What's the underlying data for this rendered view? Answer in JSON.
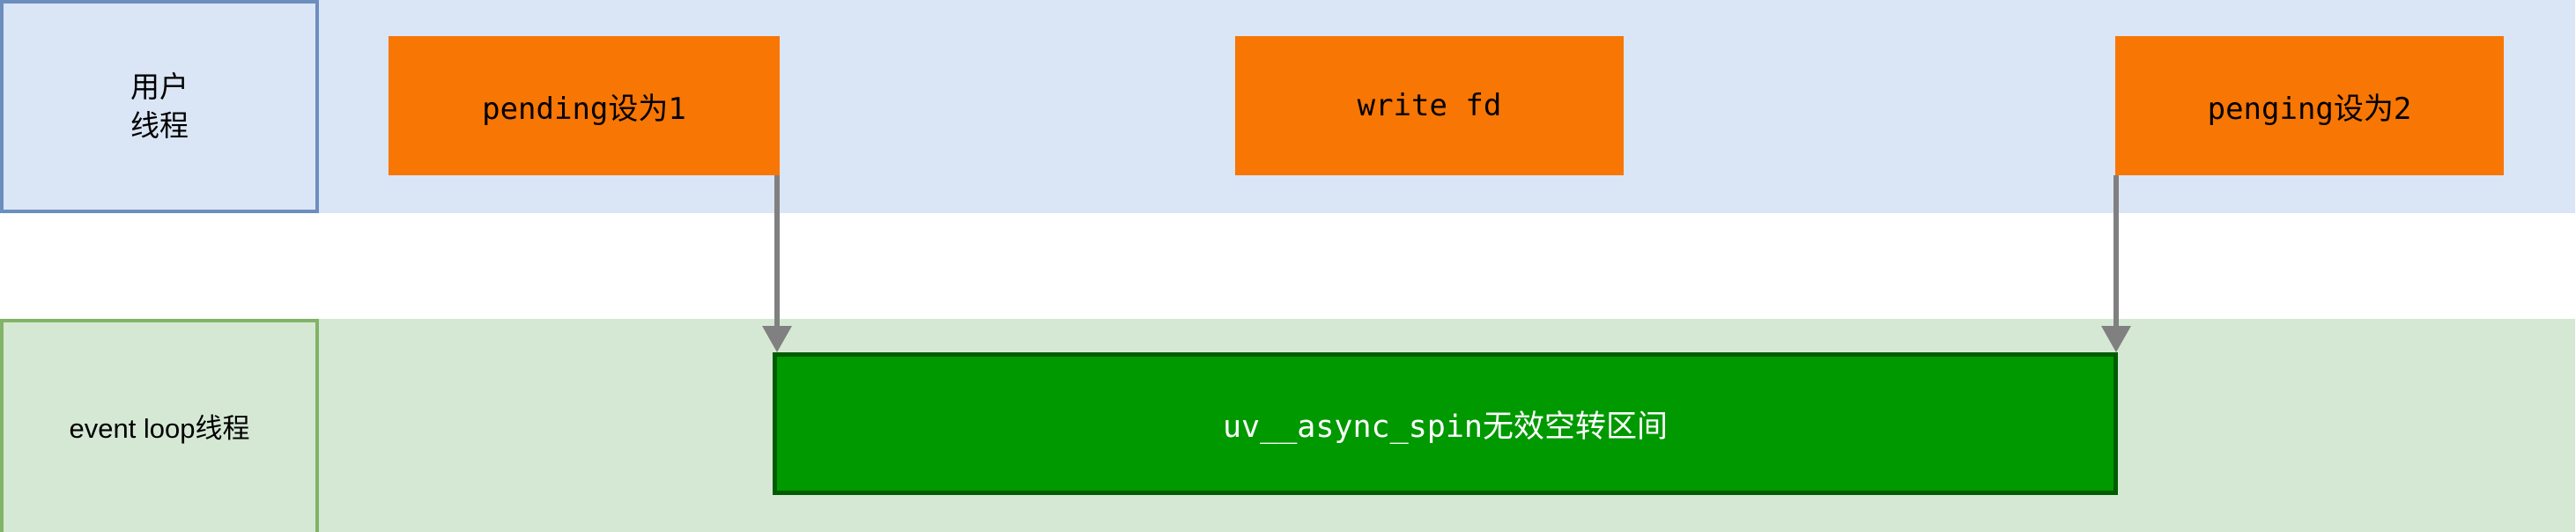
{
  "diagram": {
    "title": "uv__async_spin invalid spin interval timeline",
    "lanes": [
      {
        "id": "user-thread",
        "label": "用户\n线程",
        "background": "#dae5f5",
        "border_color": "#6c8ebf"
      },
      {
        "id": "event-loop-thread",
        "label": "event loop线程",
        "background": "#d5e8d4",
        "border_color": "#82b366"
      }
    ],
    "operations": [
      {
        "id": "op-pending-1",
        "label": "pending设为1",
        "color": "#f87604"
      },
      {
        "id": "op-write-fd",
        "label": "write fd",
        "color": "#f87604"
      },
      {
        "id": "op-penging-2",
        "label": "penging设为2",
        "color": "#f87604"
      }
    ],
    "interval": {
      "id": "spin-interval",
      "label": "uv__async_spin无效空转区间",
      "fill": "#009900",
      "border_color": "#005c00",
      "text_color": "#ffffff"
    },
    "arrows": [
      {
        "id": "arrow-pending-to-spin-start",
        "color": "#808080"
      },
      {
        "id": "arrow-penging-to-spin-end",
        "color": "#808080"
      }
    ]
  }
}
